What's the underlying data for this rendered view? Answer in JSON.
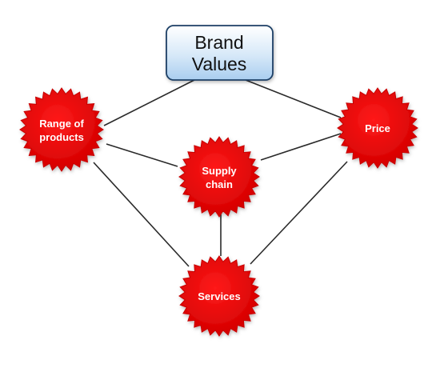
{
  "diagram": {
    "brand_box": {
      "lines": [
        "Brand",
        "Values"
      ]
    },
    "nodes": {
      "range_of_products": {
        "lines": [
          "Range of",
          "products"
        ]
      },
      "price": {
        "lines": [
          "Price"
        ]
      },
      "supply_chain": {
        "lines": [
          "Supply",
          "chain"
        ]
      },
      "services": {
        "lines": [
          "Services"
        ]
      }
    },
    "colors": {
      "burst_fill": "#ee0000",
      "burst_edge": "#c80000",
      "box_top": "#ffffff",
      "box_bottom": "#a9cdef",
      "box_border": "#1f3f66",
      "line": "#2a2a2a"
    }
  }
}
